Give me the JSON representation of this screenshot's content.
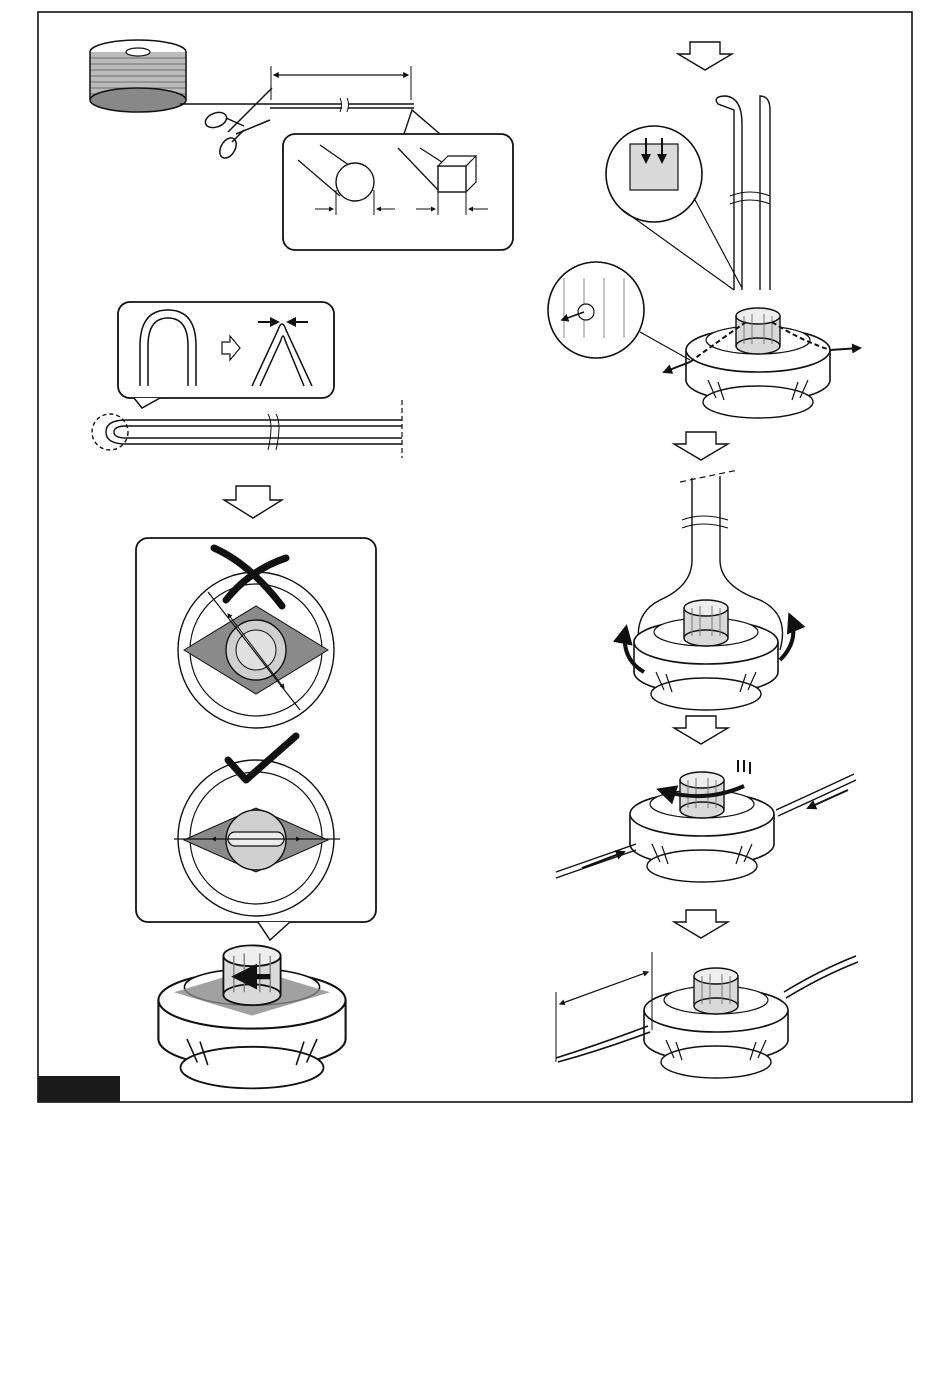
{
  "figure": {
    "tab_label": "",
    "colors": {
      "ink": "#111111",
      "paper": "#ffffff",
      "shade": "#8a8a8a",
      "light_shade": "#cfcfcf",
      "tab": "#1a1a1a"
    },
    "panels": [
      {
        "id": "cut-line",
        "icon": "scissors-icon"
      },
      {
        "id": "line-profiles",
        "icon": "magnifier-callout"
      },
      {
        "id": "bend-line",
        "icon": "bend-callout"
      },
      {
        "id": "align-knob",
        "icon": "cross-check-icon"
      },
      {
        "id": "rotate-knob",
        "icon": "rotate-arrow-icon"
      },
      {
        "id": "insert-line",
        "icon": "insert-arrow-icon"
      },
      {
        "id": "pull-loops",
        "icon": "curved-arrow-icon"
      },
      {
        "id": "wind-line",
        "icon": "rotate-arrow-icon"
      },
      {
        "id": "final-length",
        "icon": "dimension-icon"
      }
    ]
  }
}
